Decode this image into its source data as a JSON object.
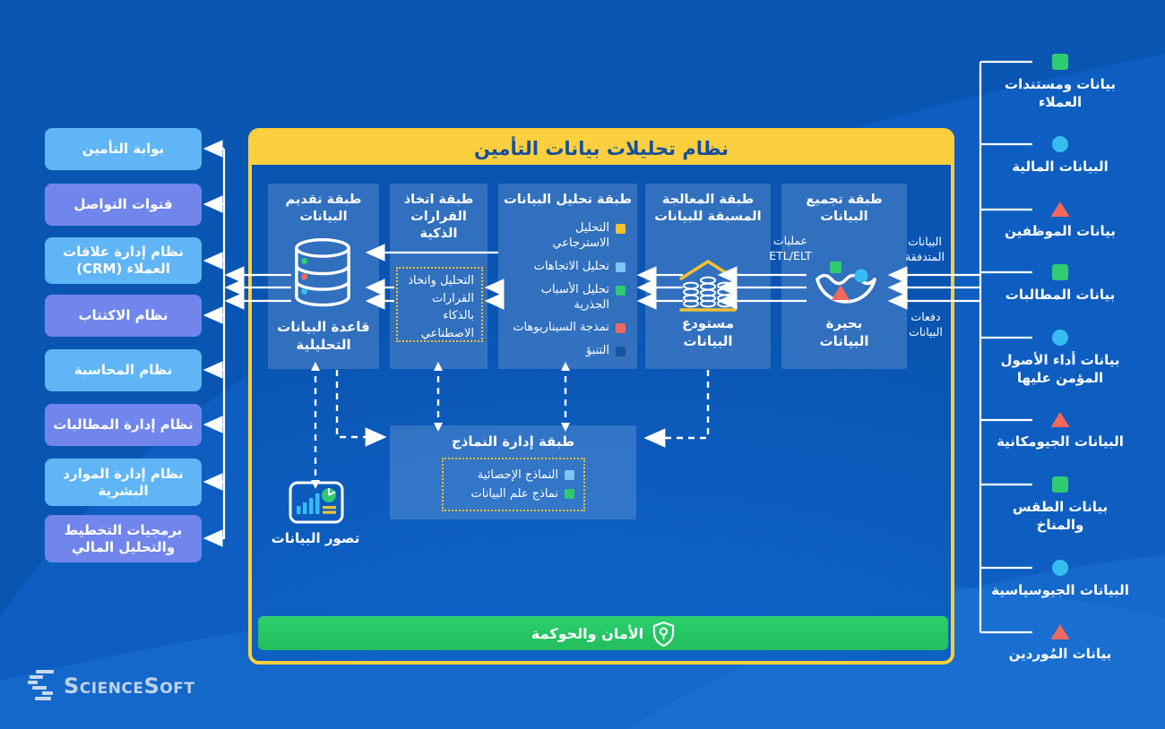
{
  "colors": {
    "page_bg": "#0d5ec0",
    "accent_yellow": "#fbcf3d",
    "title_text": "#174f9c",
    "security_green": "#27c566",
    "system_light": "#5fb5f5",
    "system_purple": "#7186ec",
    "source_green": "#2fcb71",
    "source_cyan": "#35bdf2",
    "source_red": "#f2685c",
    "logo_color": "#bdd3ee"
  },
  "logo": {
    "text": "ScienceSoft"
  },
  "main": {
    "title": "نظام تحليلات بيانات التأمين",
    "security_label": "الأمان والحوكمة",
    "visualization_label": "تصور البيانات",
    "flow_labels": {
      "etl": "عمليات\nETL/ELT",
      "streaming": "البيانات\nالمتدفقة",
      "batches": "دفعات\nالبيانات"
    },
    "columns": [
      {
        "title": "طبقة تقديم\nالبيانات",
        "caption": "قاعدة البيانات\nالتحليلية",
        "icon": "analytical-database-icon"
      },
      {
        "title": "طبقة اتخاذ\nالقرارات الذكية",
        "box_text": "التحليل واتخاذ\nالقرارات\nبالذكاء\nالاصطناعي"
      },
      {
        "title": "طبقة تحليل البيانات",
        "items": [
          {
            "label": "التحليل\nالاسترجاعي",
            "color": "#f2c230"
          },
          {
            "label": "تحليل الاتجاهات",
            "color": "#7fc4f5"
          },
          {
            "label": "تحليل الأسباب\nالجذرية",
            "color": "#2fcb71"
          },
          {
            "label": "نمذجة السيناريوهات",
            "color": "#f2685c"
          },
          {
            "label": "التنبؤ",
            "color": "#15549f"
          }
        ]
      },
      {
        "title": "طبقة المعالجة\nالمسبقة للبيانات",
        "caption": "مستودع\nالبيانات",
        "icon": "data-warehouse-icon"
      },
      {
        "title": "طبقة تجميع\nالبيانات",
        "caption": "بحيرة\nالبيانات",
        "icon": "data-lake-icon"
      }
    ],
    "model_layer": {
      "title": "طبقة إدارة النماذج",
      "items": [
        {
          "label": "النماذج الإحصائية",
          "color": "#7fc4f5"
        },
        {
          "label": "نماذج علم البيانات",
          "color": "#2fcb71"
        }
      ]
    }
  },
  "left_systems": [
    {
      "label": "بوابة التأمين",
      "variant": "light"
    },
    {
      "label": "قنوات التواصل",
      "variant": "purple"
    },
    {
      "label": "نظام إدارة علاقات العملاء (CRM)",
      "variant": "light"
    },
    {
      "label": "نظام الاكتتاب",
      "variant": "purple"
    },
    {
      "label": "نظام المحاسبة",
      "variant": "light"
    },
    {
      "label": "نظام إدارة المطالبات",
      "variant": "purple"
    },
    {
      "label": "نظام إدارة الموارد البشرية",
      "variant": "light"
    },
    {
      "label": "برمجيات التخطيط والتحليل المالي",
      "variant": "purple"
    }
  ],
  "right_sources": [
    {
      "label": "بيانات ومستندات\nالعملاء",
      "shape": "square",
      "color": "#2fcb71"
    },
    {
      "label": "البيانات المالية",
      "shape": "circle",
      "color": "#35bdf2"
    },
    {
      "label": "بيانات الموظفين",
      "shape": "triangle",
      "color": "#f2685c"
    },
    {
      "label": "بيانات المطالبات",
      "shape": "square",
      "color": "#2fcb71"
    },
    {
      "label": "بيانات أداء الأصول\nالمؤمن عليها",
      "shape": "circle",
      "color": "#35bdf2"
    },
    {
      "label": "البيانات الجيومكانية",
      "shape": "triangle",
      "color": "#f2685c"
    },
    {
      "label": "بيانات الطقس\nوالمناخ",
      "shape": "square",
      "color": "#2fcb71"
    },
    {
      "label": "البيانات الجيوسياسية",
      "shape": "circle",
      "color": "#35bdf2"
    },
    {
      "label": "بيانات المُوردين",
      "shape": "triangle",
      "color": "#f2685c"
    }
  ]
}
